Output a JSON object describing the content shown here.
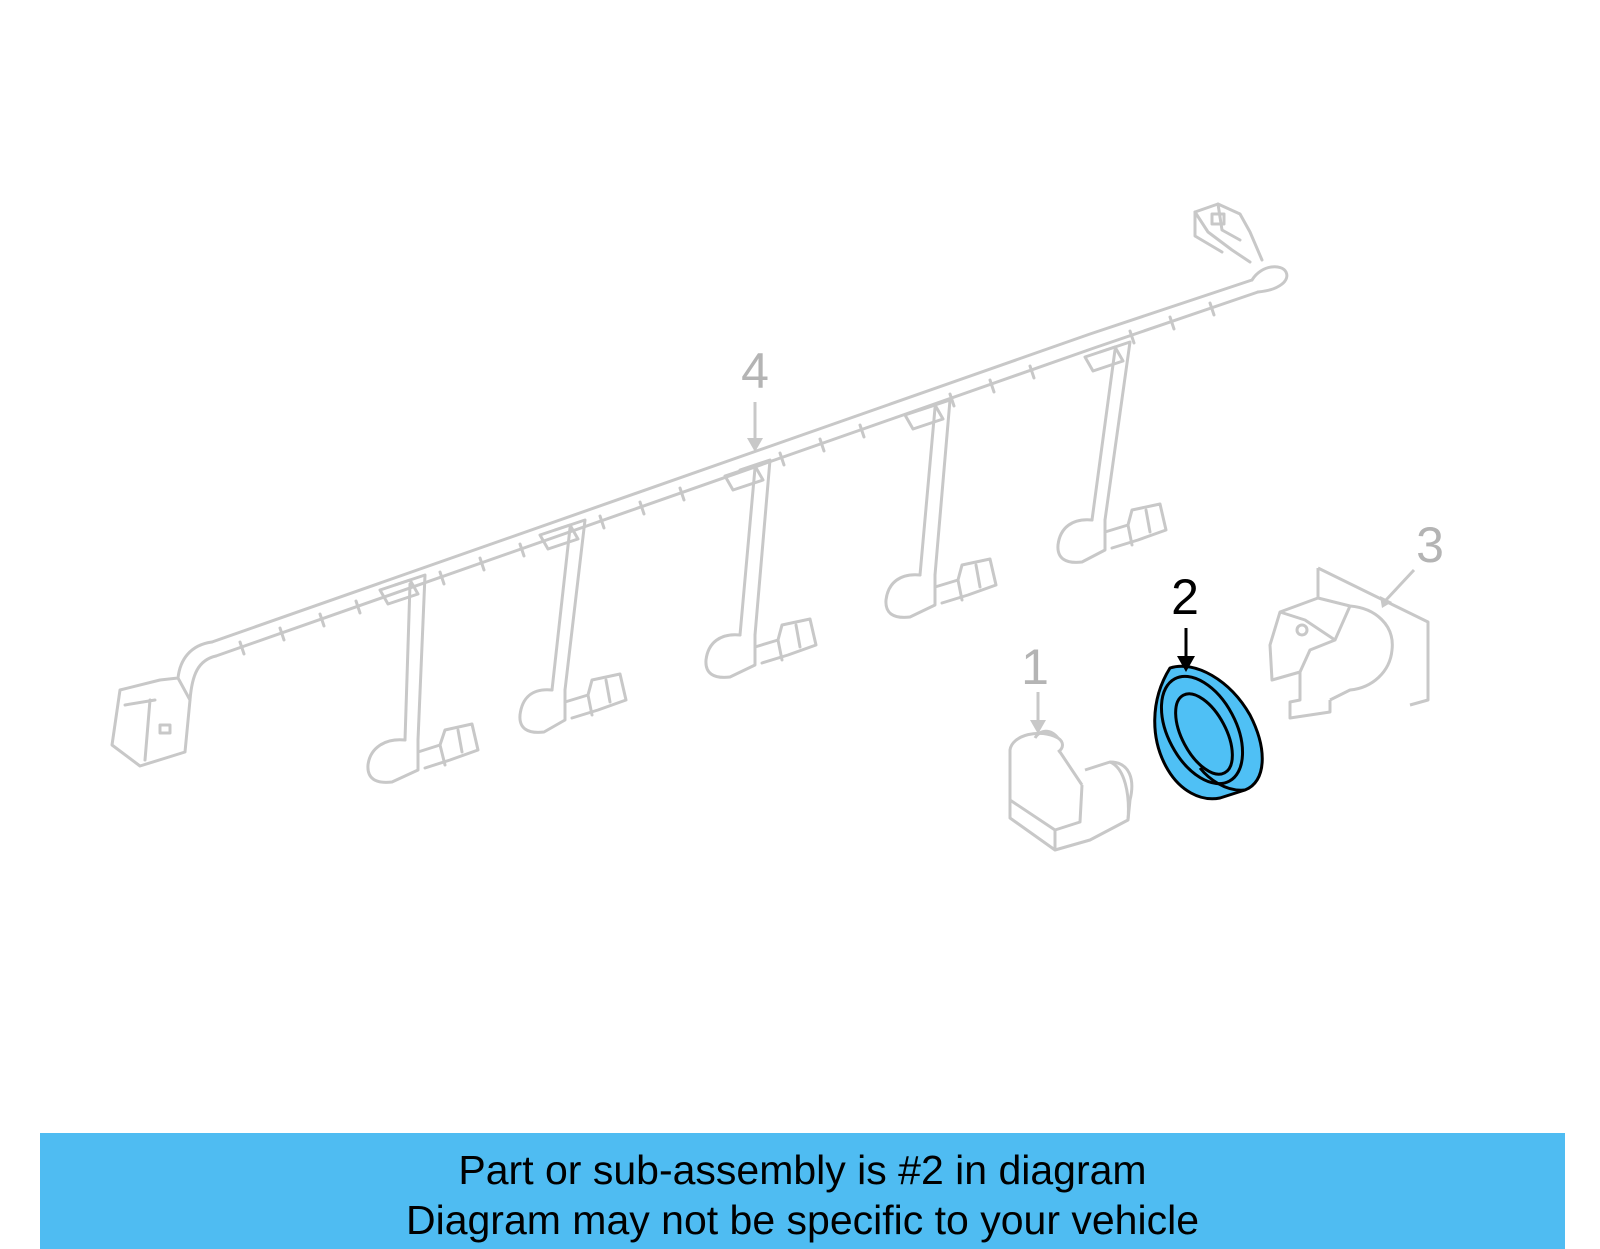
{
  "colors": {
    "highlight_fill": "#4fc0f5",
    "banner_fill": "#4fbcf2",
    "faded_line": "#c8c8c8",
    "faded_label": "#b4b4b4",
    "active_line": "#000000"
  },
  "callouts": [
    {
      "number": "1",
      "highlighted": false
    },
    {
      "number": "2",
      "highlighted": true
    },
    {
      "number": "3",
      "highlighted": false
    },
    {
      "number": "4",
      "highlighted": false
    }
  ],
  "banner": {
    "line1": "Part or sub-assembly is #2 in diagram",
    "line2": "Diagram may not be specific to your vehicle"
  }
}
